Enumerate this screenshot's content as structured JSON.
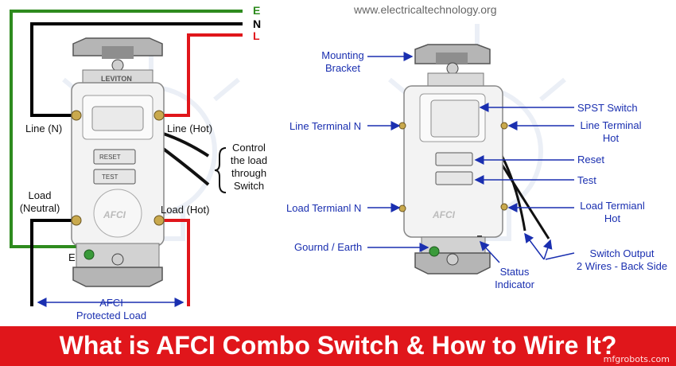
{
  "site": "www.electricaltechnology.org",
  "title": "What is AFCI Combo Switch & How to Wire It?",
  "watermark": "mfgrobots.com",
  "left": {
    "wire_labels": {
      "e": "E",
      "n": "N",
      "l": "L"
    },
    "line_n": "Line (N)",
    "line_hot": "Line (Hot)",
    "control": [
      "Control",
      "the load",
      "through",
      "Switch"
    ],
    "load_neutral": [
      "Load",
      "(Neutral)"
    ],
    "load_hot": "Load (Hot)",
    "e_label": "E",
    "afci_protected": [
      "AFCI",
      "Protected Load"
    ],
    "device_brand": "LEVITON",
    "device_afci": "AFCI",
    "reset": "RESET",
    "test": "TEST"
  },
  "right": {
    "mounting": [
      "Mounting",
      "Bracket"
    ],
    "line_terminal_n": "Line Terminal N",
    "load_terminal_n": "Load Termianl N",
    "ground": "Gournd / Earth",
    "status": [
      "Status",
      "Indicator"
    ],
    "spst": "SPST Switch",
    "line_terminal_hot": [
      "Line Terminal",
      "Hot"
    ],
    "reset": "Reset",
    "test": "Test",
    "load_terminal_hot": [
      "Load Termianl",
      "Hot"
    ],
    "switch_output": [
      "Switch Output",
      "2 Wires - Back Side"
    ],
    "device_afci": "AFCI"
  },
  "colors": {
    "earth": "#2e8b1e",
    "neutral": "#000000",
    "live": "#e0161b",
    "annotation": "#1a2fb0",
    "banner": "#e0161b"
  }
}
